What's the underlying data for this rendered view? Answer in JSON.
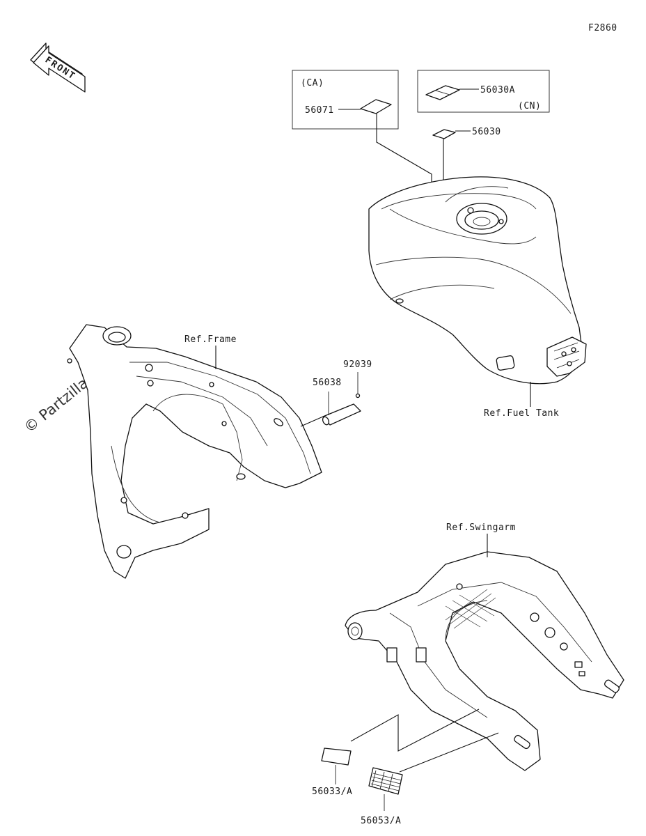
{
  "figure_code": "F2860",
  "front_arrow_label": "FRONT",
  "watermark": "© Partzilla.com",
  "callouts": {
    "ca_region": "(CA)",
    "cn_region": "(CN)",
    "p56071": "56071",
    "p56030A": "56030A",
    "p56030": "56030",
    "ref_fuel_tank": "Ref.Fuel Tank",
    "ref_frame": "Ref.Frame",
    "p92039": "92039",
    "p56038": "56038",
    "ref_swingarm": "Ref.Swingarm",
    "p56033A": "56033/A",
    "p56053A": "56053/A"
  }
}
